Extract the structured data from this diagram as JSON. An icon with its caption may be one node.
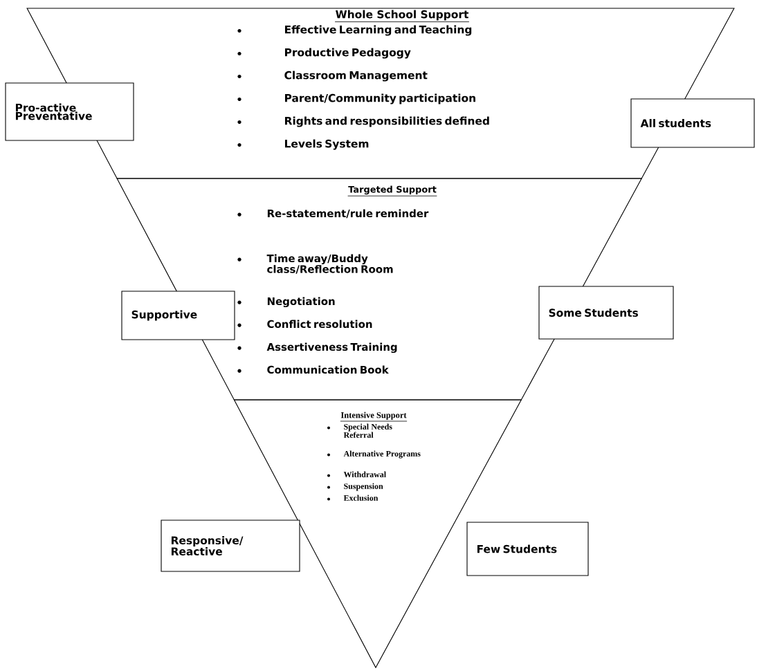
{
  "diagram": {
    "nodes": [
      {
        "text": [
          "Whole School Support",
          "Effective Learning and Teaching",
          "Productive Pedagogy",
          "Classroom Management",
          "Parent/Community participation",
          "Rights and responsibilities defined",
          "Levels System"
        ]
      },
      {
        "text": [
          "Targeted Support",
          "Re-statement/rule reminder",
          "Time away/Buddy class/Reflection Room",
          "Negotiation",
          "Conflict resolution",
          "Assertiveness Training",
          "Communication Book"
        ]
      },
      {
        "text": [
          "Intensive Support",
          "Special Needs Referral",
          "Alternative Programs",
          "Withdrawal",
          "Suspension",
          "Exclusion"
        ]
      },
      {
        "text": [
          "Pro-active Preventative"
        ]
      },
      {
        "text": [
          "All students"
        ]
      },
      {
        "text": [
          "Supportive"
        ]
      },
      {
        "text": [
          "Some Students"
        ]
      },
      {
        "text": [
          "Responsive/ Reactive"
        ]
      },
      {
        "text": [
          "Few Students"
        ]
      }
    ]
  }
}
